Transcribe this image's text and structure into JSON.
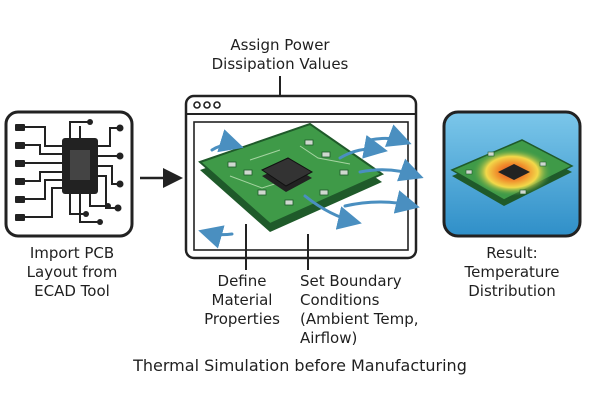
{
  "labels": {
    "import": [
      "Import PCB",
      "Layout from",
      "ECAD Tool"
    ],
    "power": [
      "Assign Power",
      "Dissipation Values"
    ],
    "material": [
      "Define",
      "Material",
      "Properties"
    ],
    "boundary": [
      "Set Boundary",
      "Conditions",
      "(Ambient Temp,",
      "Airflow)"
    ],
    "result": [
      "Result:",
      "Temperature",
      "Distribution"
    ]
  },
  "caption": "Thermal Simulation before Manufacturing",
  "colors": {
    "pcb_green": "#3f9a48",
    "pcb_edge": "#1f5a2a",
    "airflow_blue": "#4a8fc0",
    "heat_red": "#d9402a",
    "heat_orange": "#f08a2a",
    "heat_yellow": "#f2d94a",
    "result_bg": "#3fa3d6"
  },
  "icons": [
    "pcb-layout-icon",
    "simulation-window-icon",
    "heatmap-board-icon",
    "airflow-arrow-icon",
    "chip-icon"
  ]
}
